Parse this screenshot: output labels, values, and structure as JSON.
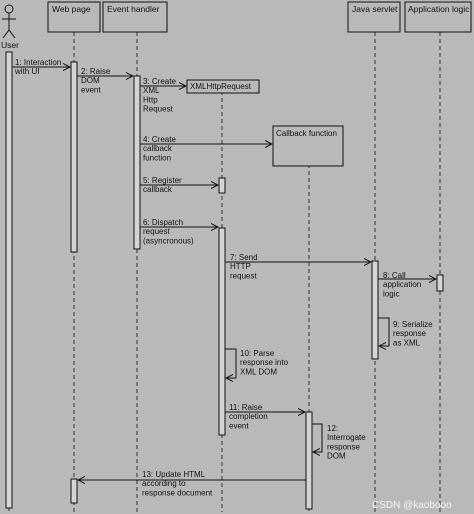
{
  "actors": {
    "user": "User",
    "web_page": "Web page",
    "event_handler": "Event handler",
    "java_servlet": "Java servlet",
    "application_logic": "Application logic"
  },
  "objects": {
    "xmlhttprequest": "XMLHttpRequest",
    "callback_function": "Callback function"
  },
  "messages": [
    {
      "id": "m1",
      "lines": [
        "1: Interaction",
        "with UI"
      ]
    },
    {
      "id": "m2",
      "lines": [
        "2: Raise",
        "DOM",
        "event"
      ]
    },
    {
      "id": "m3",
      "lines": [
        "3: Create",
        "XML",
        "Http",
        "Request"
      ]
    },
    {
      "id": "m4",
      "lines": [
        "4: Create",
        "callback",
        "function"
      ]
    },
    {
      "id": "m5",
      "lines": [
        "5: Register",
        "callback"
      ]
    },
    {
      "id": "m6",
      "lines": [
        "6: Dispatch",
        "request",
        "(asyncronous)"
      ]
    },
    {
      "id": "m7",
      "lines": [
        "7: Send",
        "HTTP",
        "request"
      ]
    },
    {
      "id": "m8",
      "lines": [
        "8: Call",
        "application",
        "logic"
      ]
    },
    {
      "id": "m9",
      "lines": [
        "9: Serialize",
        "response",
        "as XML"
      ]
    },
    {
      "id": "m10",
      "lines": [
        "10: Parse",
        "response into",
        "XML DOM"
      ]
    },
    {
      "id": "m11",
      "lines": [
        "11: Raise",
        "completion",
        "event"
      ]
    },
    {
      "id": "m12",
      "lines": [
        "12:",
        "Interrogate",
        "response",
        "DOM"
      ]
    },
    {
      "id": "m13",
      "lines": [
        "13: Update HTML",
        "according to",
        "response document"
      ]
    }
  ],
  "watermark": "CSDN @kaobooo"
}
